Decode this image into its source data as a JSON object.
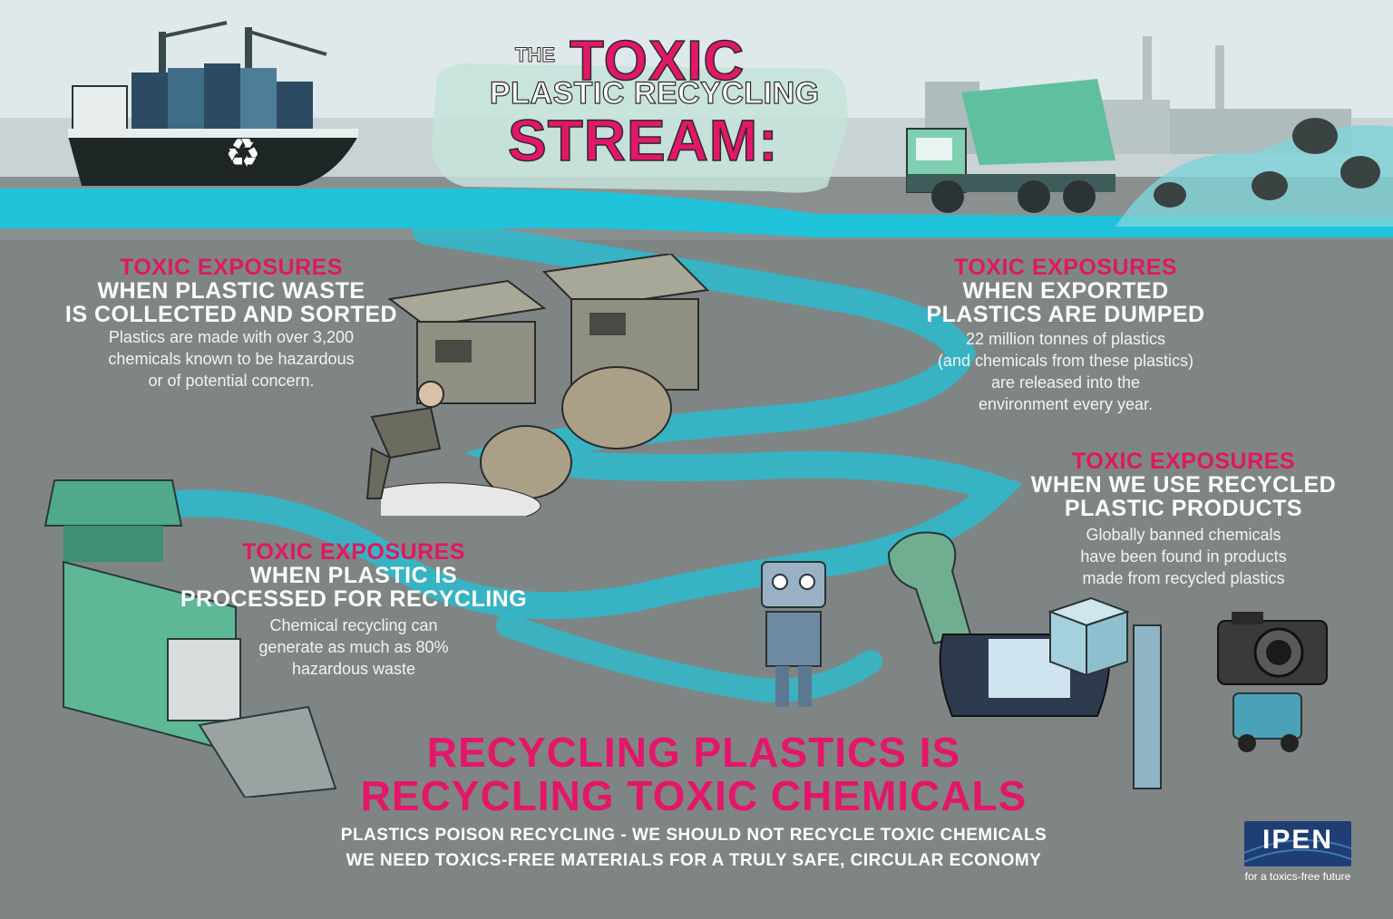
{
  "title": {
    "the": "THE",
    "toxic": "TOXIC",
    "middle": "PLASTIC RECYCLING",
    "stream": "STREAM:"
  },
  "sections": {
    "collected": {
      "heading_pink": "TOXIC EXPOSURES",
      "heading_white_1": "WHEN PLASTIC WASTE",
      "heading_white_2": "IS COLLECTED AND SORTED",
      "body_1": "Plastics are made with over 3,200",
      "body_2": "chemicals known to be hazardous",
      "body_3": "or of potential concern."
    },
    "dumped": {
      "heading_pink": "TOXIC EXPOSURES",
      "heading_white_1": "WHEN EXPORTED",
      "heading_white_2": "PLASTICS ARE DUMPED",
      "body_1": "22 million tonnes of plastics",
      "body_2": "(and chemicals from these plastics)",
      "body_3": "are released into the",
      "body_4": "environment every year."
    },
    "recycled_products": {
      "heading_pink": "TOXIC EXPOSURES",
      "heading_white_1": "WHEN WE USE RECYCLED",
      "heading_white_2": "PLASTIC PRODUCTS",
      "body_1": "Globally banned chemicals",
      "body_2": "have been found in products",
      "body_3": "made from recycled plastics"
    },
    "processed": {
      "heading_pink": "TOXIC EXPOSURES",
      "heading_white_1": "WHEN PLASTIC IS",
      "heading_white_2": "PROCESSED FOR RECYCLING",
      "body_1": "Chemical recycling can",
      "body_2": "generate as much as 80%",
      "body_3": "hazardous waste"
    }
  },
  "slogan": {
    "line_1": "RECYCLING PLASTICS IS",
    "line_2": "RECYCLING TOXIC CHEMICALS",
    "sub_1": "PLASTICS POISON RECYCLING - WE SHOULD NOT RECYCLE TOXIC CHEMICALS",
    "sub_2": "WE NEED TOXICS-FREE MATERIALS FOR A TRULY SAFE, CIRCULAR ECONOMY"
  },
  "logo": {
    "name": "IPEN",
    "tagline": "for a toxics-free future"
  },
  "colors": {
    "background": "#7f8584",
    "sky": "#dce7e9",
    "water": "#20c4dc",
    "pink": "#e3176a",
    "logo_blue": "#1f3f74"
  },
  "icons": {
    "ship": "container-ship-icon",
    "recycle": "recycle-icon",
    "truck": "dump-truck-icon",
    "factory": "factory-icon",
    "huts": "huts-icon",
    "worker": "worker-icon",
    "machine": "recycling-machine-icon",
    "robot": "robot-toy-icon",
    "dinosaur": "dinosaur-toy-icon",
    "game": "handheld-game-icon",
    "cube": "puzzle-cube-icon",
    "camera": "camera-icon",
    "car": "toy-car-icon",
    "comb": "comb-icon"
  }
}
